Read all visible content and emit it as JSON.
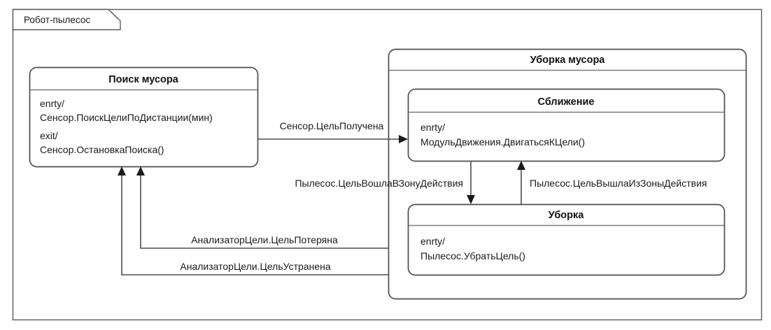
{
  "diagram": {
    "type": "uml-state-machine",
    "frame_label": "Робот-пылесос",
    "background_color": "#ffffff",
    "line_color": "#4d4d4d",
    "text_color": "#1a1a1a"
  },
  "states": {
    "search": {
      "title": "Поиск мусора",
      "body_lines": [
        "enrty/",
        "Сенсор.ПоискЦелиПоДистанции(мин)",
        "exit/",
        "Сенсор.ОстановкаПоиска()"
      ]
    },
    "cleaning_composite": {
      "title": "Уборка мусора"
    },
    "approach": {
      "title": "Сближение",
      "body_lines": [
        "enrty/",
        "МодульДвижения.ДвигатьсяКЦели()"
      ]
    },
    "cleanup": {
      "title": "Уборка",
      "body_lines": [
        "enrty/",
        "Пылесос.УбратьЦель()"
      ]
    }
  },
  "transitions": [
    {
      "id": "t1",
      "label": "Сенсор.ЦельПолучена",
      "from": "Поиск мусора",
      "to": "Сближение"
    },
    {
      "id": "t2",
      "label": "Пылесос.ЦельВошлаВЗонуДействия",
      "from": "Сближение",
      "to": "Уборка"
    },
    {
      "id": "t3",
      "label": "Пылесос.ЦельВышлаИзЗоныДействия",
      "from": "Уборка",
      "to": "Сближение"
    },
    {
      "id": "t4",
      "label": "АнализаторЦели.ЦельПотеряна",
      "from": "Уборка мусора",
      "to": "Поиск мусора"
    },
    {
      "id": "t5",
      "label": "АнализаторЦели.ЦельУстранена",
      "from": "Уборка мусора",
      "to": "Поиск мусора"
    }
  ]
}
